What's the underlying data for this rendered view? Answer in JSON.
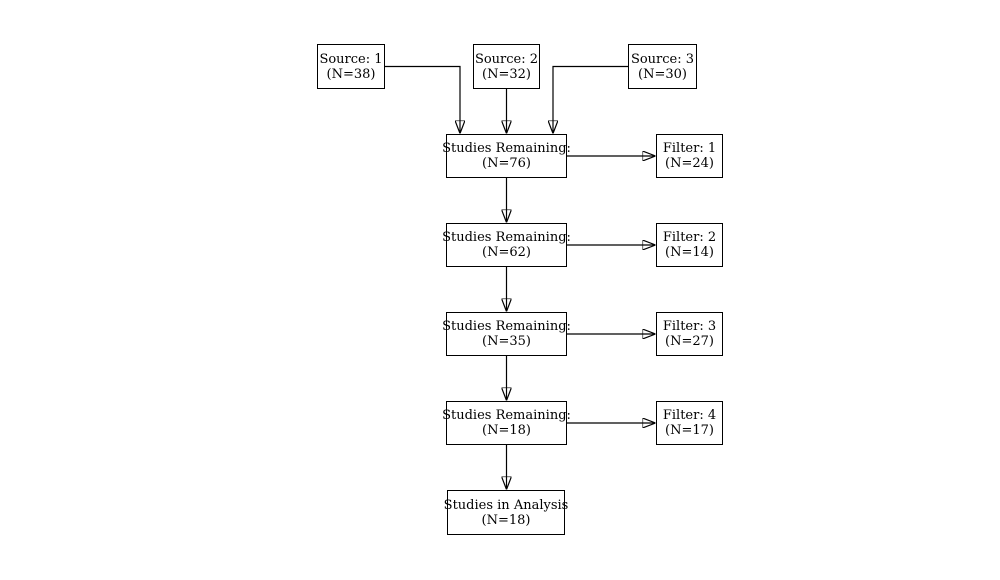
{
  "flow": {
    "sources": [
      {
        "label": "Source: 1",
        "count": "(N=38)"
      },
      {
        "label": "Source: 2",
        "count": "(N=32)"
      },
      {
        "label": "Source: 3",
        "count": "(N=30)"
      }
    ],
    "remaining": [
      {
        "label": "Studies Remaining:",
        "count": "(N=76)"
      },
      {
        "label": "Studies Remaining:",
        "count": "(N=62)"
      },
      {
        "label": "Studies Remaining:",
        "count": "(N=35)"
      },
      {
        "label": "Studies Remaining:",
        "count": "(N=18)"
      }
    ],
    "filters": [
      {
        "label": "Filter: 1",
        "count": "(N=24)"
      },
      {
        "label": "Filter: 2",
        "count": "(N=14)"
      },
      {
        "label": "Filter: 3",
        "count": "(N=27)"
      },
      {
        "label": "Filter: 4",
        "count": "(N=17)"
      }
    ],
    "final": {
      "label": "Studies in Analysis",
      "count": "(N=18)"
    },
    "colors": {
      "background": "#ffffff",
      "box_fill": "#ffffff",
      "box_border": "#000000",
      "text": "#000000",
      "edge": "#000000"
    }
  }
}
